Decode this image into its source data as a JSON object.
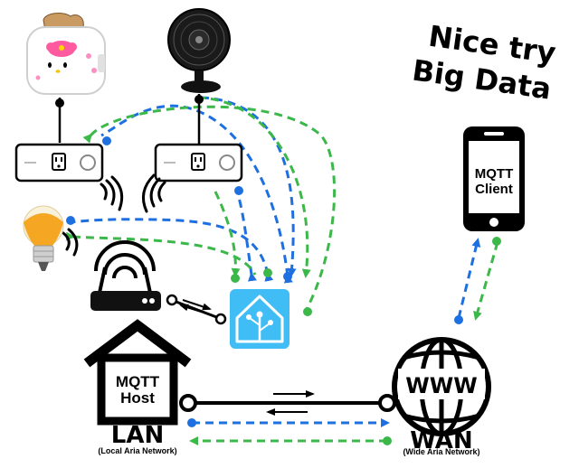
{
  "slogan": {
    "line1": "Nice try",
    "line2": "Big Data"
  },
  "phone": {
    "line1": "MQTT",
    "line2": "Client"
  },
  "house": {
    "line1": "MQTT",
    "line2": "Host"
  },
  "lan": {
    "label": "LAN",
    "sub": "(Local Aria Network)"
  },
  "wan": {
    "label": "WAN",
    "sub": "(Wide Aria Network)"
  },
  "globe": {
    "label": "WWW"
  },
  "colors": {
    "outbound": "#1e6fe0",
    "inbound": "#3cb84a",
    "ink": "#000000",
    "ha_tile": "#41bdf5"
  },
  "devices": [
    {
      "name": "toaster",
      "icon": "hello-kitty-toaster-icon"
    },
    {
      "name": "fan",
      "icon": "desk-fan-icon"
    },
    {
      "name": "smart-plug-1",
      "icon": "smart-plug-icon"
    },
    {
      "name": "smart-plug-2",
      "icon": "smart-plug-icon"
    },
    {
      "name": "smart-bulb",
      "icon": "light-bulb-icon"
    },
    {
      "name": "router",
      "icon": "wifi-router-icon"
    },
    {
      "name": "home-assistant",
      "icon": "home-assistant-icon"
    }
  ]
}
